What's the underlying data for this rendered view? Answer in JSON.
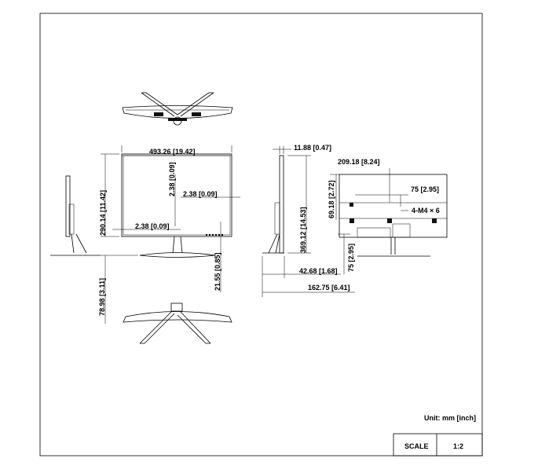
{
  "dimensions": {
    "front_width": "493.26 [19.42]",
    "front_height": "290.14 [11.42]",
    "bezel_top": "2.38 [0.09]",
    "bezel_side": "2.38 [0.09]",
    "bezel_bottom_left": "2.38 [0.09]",
    "stand_gap": "21.55 [0.85]",
    "stand_height": "78.98 [3.11]",
    "side_depth_top": "11.88 [0.47]",
    "side_height": "369.12 [14.53]",
    "side_base_depth": "42.68 [1.68]",
    "side_total_depth": "162.75 [6.41]",
    "rear_width": "209.18 [8.24]",
    "rear_height_top": "69.18 [2.72]",
    "vesa_h": "75 [2.95]",
    "vesa_v": "75 [2.95]",
    "screws": "4-M4 × 6"
  },
  "unit_note": "Unit: mm [inch]",
  "scale_label": "SCALE",
  "scale_value": "1:2"
}
